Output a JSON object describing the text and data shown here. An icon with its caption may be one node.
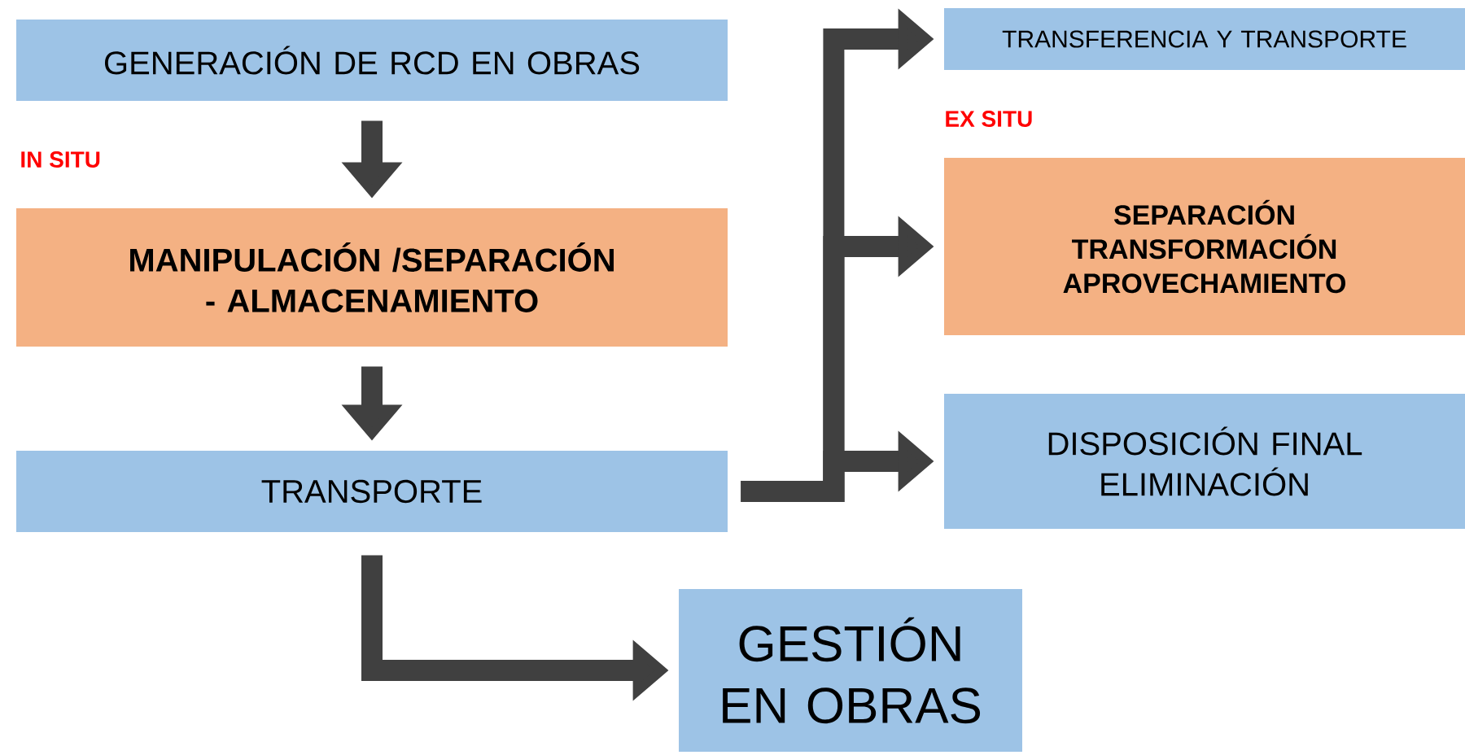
{
  "diagram": {
    "nodes": [
      {
        "text": [
          "GENERACIÓN DE RCD EN OBRAS"
        ]
      },
      {
        "text": [
          "MANIPULACIÓN /SEPARACIÓN - ALMACENAMIENTO"
        ]
      },
      {
        "text": [
          "TRANSPORTE"
        ]
      },
      {
        "text": [
          "TRANSFERENCIA Y TRANSPORTE"
        ]
      },
      {
        "text": [
          "SEPARACIÓN TRANSFORMACIÓN APROVECHAMIENTO"
        ]
      },
      {
        "text": [
          "DISPOSICIÓN FINAL ELIMINACIÓN"
        ]
      },
      {
        "text": [
          "GESTIÓN EN OBRAS"
        ]
      }
    ],
    "edges": [
      {
        "from": 0,
        "to": 1,
        "arrow": "to"
      },
      {
        "from": 1,
        "to": 2,
        "arrow": "to"
      },
      {
        "from": 2,
        "to": 6,
        "arrow": "to"
      },
      {
        "from": 2,
        "to": 3,
        "arrow": "to"
      },
      {
        "from": 2,
        "to": 4,
        "arrow": "to"
      },
      {
        "from": 2,
        "to": 5,
        "arrow": "to"
      }
    ],
    "labels": [
      "IN SITU",
      "EX SITU"
    ]
  }
}
